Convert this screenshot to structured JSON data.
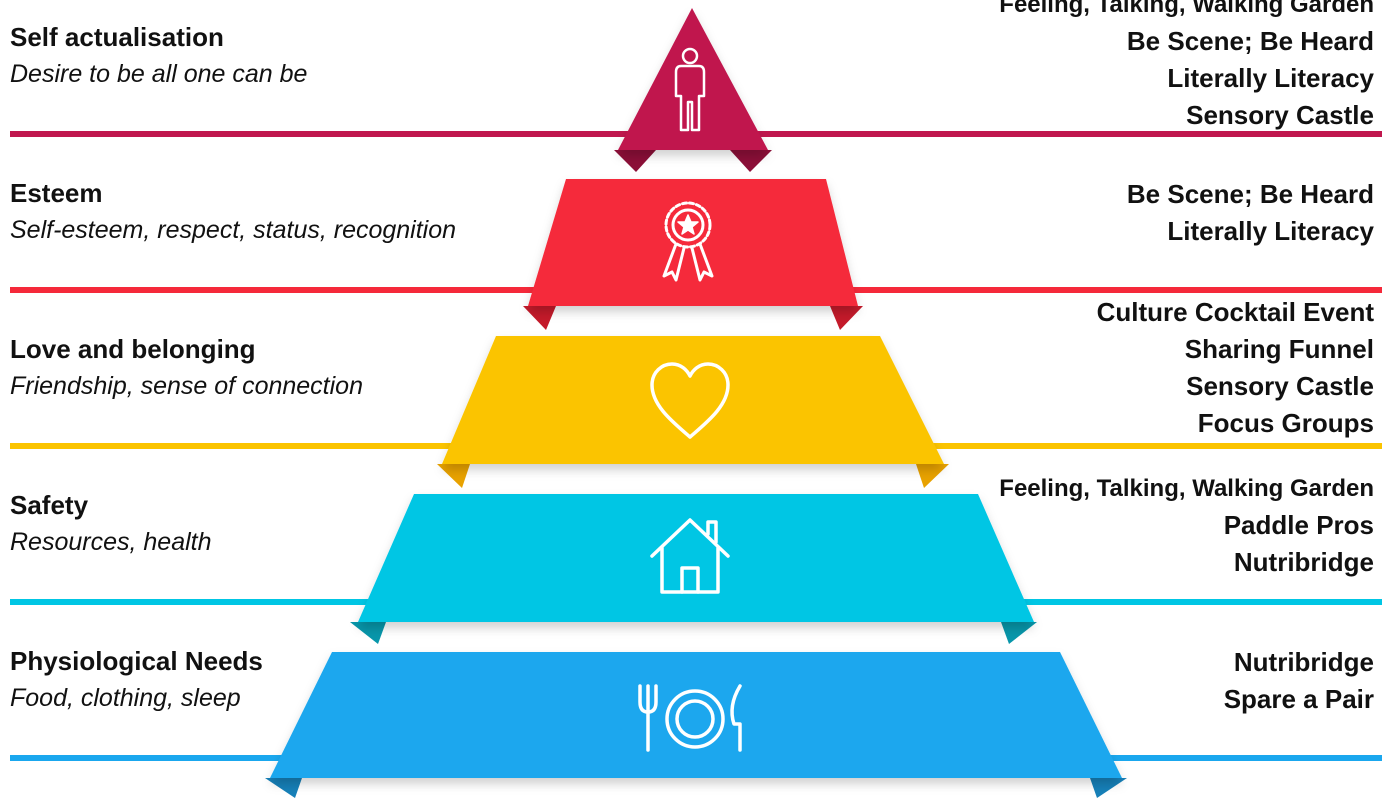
{
  "colors": {
    "self_actualisation": "#c0174e",
    "esteem": "#f5293a",
    "love": "#fbc400",
    "safety": "#00c6e4",
    "physiological": "#1aa7ee",
    "icon": "#ffffff",
    "text": "#111111"
  },
  "levels": [
    {
      "title": "Self actualisation",
      "description": "Desire to be all one can be",
      "icon": "person-icon",
      "programs": [
        "Feeling, Talking, Walking Garden",
        "Be Scene; Be Heard",
        "Literally Literacy",
        "Sensory Castle"
      ]
    },
    {
      "title": "Esteem",
      "description": "Self-esteem, respect, status, recognition",
      "icon": "award-ribbon-icon",
      "programs": [
        "Be Scene; Be Heard",
        "Literally Literacy"
      ]
    },
    {
      "title": "Love and belonging",
      "description": "Friendship, sense of connection",
      "icon": "heart-icon",
      "programs": [
        "Culture Cocktail Event",
        "Sharing Funnel",
        "Sensory Castle",
        "Focus Groups"
      ]
    },
    {
      "title": "Safety",
      "description": "Resources, health",
      "icon": "house-icon",
      "programs": [
        "Feeling, Talking, Walking Garden",
        "Paddle Pros",
        "Nutribridge"
      ]
    },
    {
      "title": "Physiological Needs",
      "description": "Food, clothing, sleep",
      "icon": "fork-plate-knife-icon",
      "programs": [
        "Nutribridge",
        "Spare a Pair"
      ]
    }
  ]
}
